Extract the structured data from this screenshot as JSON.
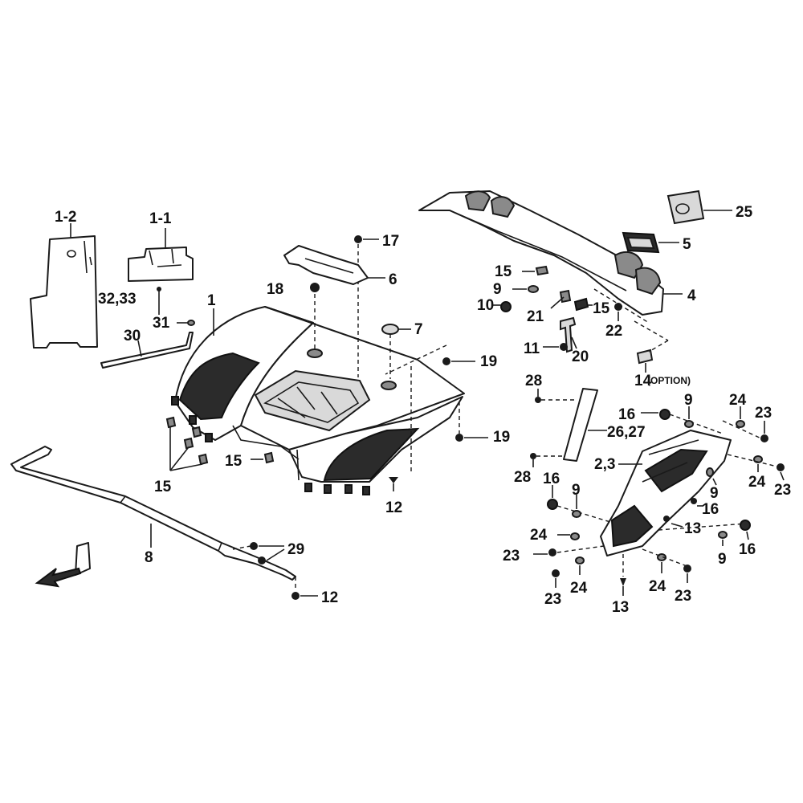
{
  "callouts": {
    "c1_2": "1-2",
    "c1_1": "1-1",
    "c32_33": "32,33",
    "c31": "31",
    "c30": "30",
    "c1": "1",
    "c18": "18",
    "c17": "17",
    "c6": "6",
    "c7": "7",
    "c19a": "19",
    "c19b": "19",
    "c15a": "15",
    "c15b": "15",
    "c12a": "12",
    "c8": "8",
    "c29": "29",
    "c12b": "12",
    "c25": "25",
    "c5": "5",
    "c15c": "15",
    "c9a": "9",
    "c10": "10",
    "c21": "21",
    "c15d": "15",
    "c4": "4",
    "c22": "22",
    "c11": "11",
    "c20": "20",
    "c14": "14",
    "c14_note": "(OPTION)",
    "c28a": "28",
    "c16a": "16",
    "c9b": "9",
    "c24a": "24",
    "c23a": "23",
    "c26_27": "26,27",
    "c2_3": "2,3",
    "c28b": "28",
    "c24b": "24",
    "c23b": "23",
    "c9c": "9",
    "c16b": "16",
    "c16c": "16",
    "c9d": "9",
    "c13a": "13",
    "c24c": "24",
    "c23c": "23",
    "c9e": "9",
    "c16d": "16",
    "c23d": "23",
    "c24d": "24",
    "c24e": "24",
    "c23e": "23",
    "c13b": "13"
  },
  "icons": {
    "front_arrow": "front-direction-arrow-icon"
  }
}
